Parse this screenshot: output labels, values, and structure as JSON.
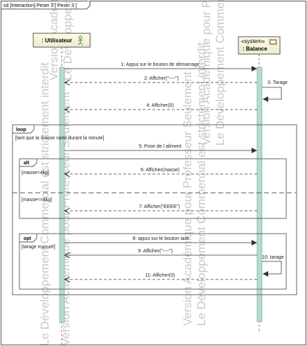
{
  "frame": {
    "title": "sd [Interaction] Peser 3 [ Peser 3 ]"
  },
  "watermark": {
    "lines": [
      "Version Académique pour Professeur Seulement",
      "Le Développement Commercial est strictement interdit",
      "Version Académique pour Professeur Seulement",
      "Le Développement Commercial est strictement interdit"
    ]
  },
  "lifelines": [
    {
      "name": ": Utilisateur",
      "stereotype": "",
      "icon": "actor-icon"
    },
    {
      "name": ": Balance",
      "stereotype": "«system»",
      "icon": "system-icon"
    }
  ],
  "messages": [
    {
      "label": "1:  Appui sur le bouton de démarrage",
      "kind": "sync"
    },
    {
      "label": "2: Afficher(\"----\")",
      "kind": "reply"
    },
    {
      "label": "3: Tarage",
      "kind": "self"
    },
    {
      "label": "4: Afficher(0)",
      "kind": "reply"
    },
    {
      "label": "5: Pose de l aliment",
      "kind": "sync"
    },
    {
      "label": "6: Afficher(masse)",
      "kind": "reply"
    },
    {
      "label": "7: Afficher(\"EEEE\")",
      "kind": "reply"
    },
    {
      "label": "8: appui sur le bouton tare",
      "kind": "sync"
    },
    {
      "label": "9: Afficher(\"----\")",
      "kind": "reply"
    },
    {
      "label": "10: tarage",
      "kind": "self"
    },
    {
      "label": "11: Afficher(0)",
      "kind": "reply"
    }
  ],
  "fragments": [
    {
      "operator": "loop",
      "guards": [
        "[tant que la masse varie durant la minute]"
      ]
    },
    {
      "operator": "alt",
      "guards": [
        "[masse<4kg]",
        "[masse<=4kg]"
      ]
    },
    {
      "operator": "opt",
      "guards": [
        "[tarage manuel]"
      ]
    }
  ],
  "colors": {
    "activation": "#b7dccb",
    "activation_border": "#7fb39c",
    "lifeline_head_top": "#fffbe6",
    "lifeline_head_bottom": "#ecead0",
    "frame_border": "#555555",
    "arrow": "#333333"
  }
}
